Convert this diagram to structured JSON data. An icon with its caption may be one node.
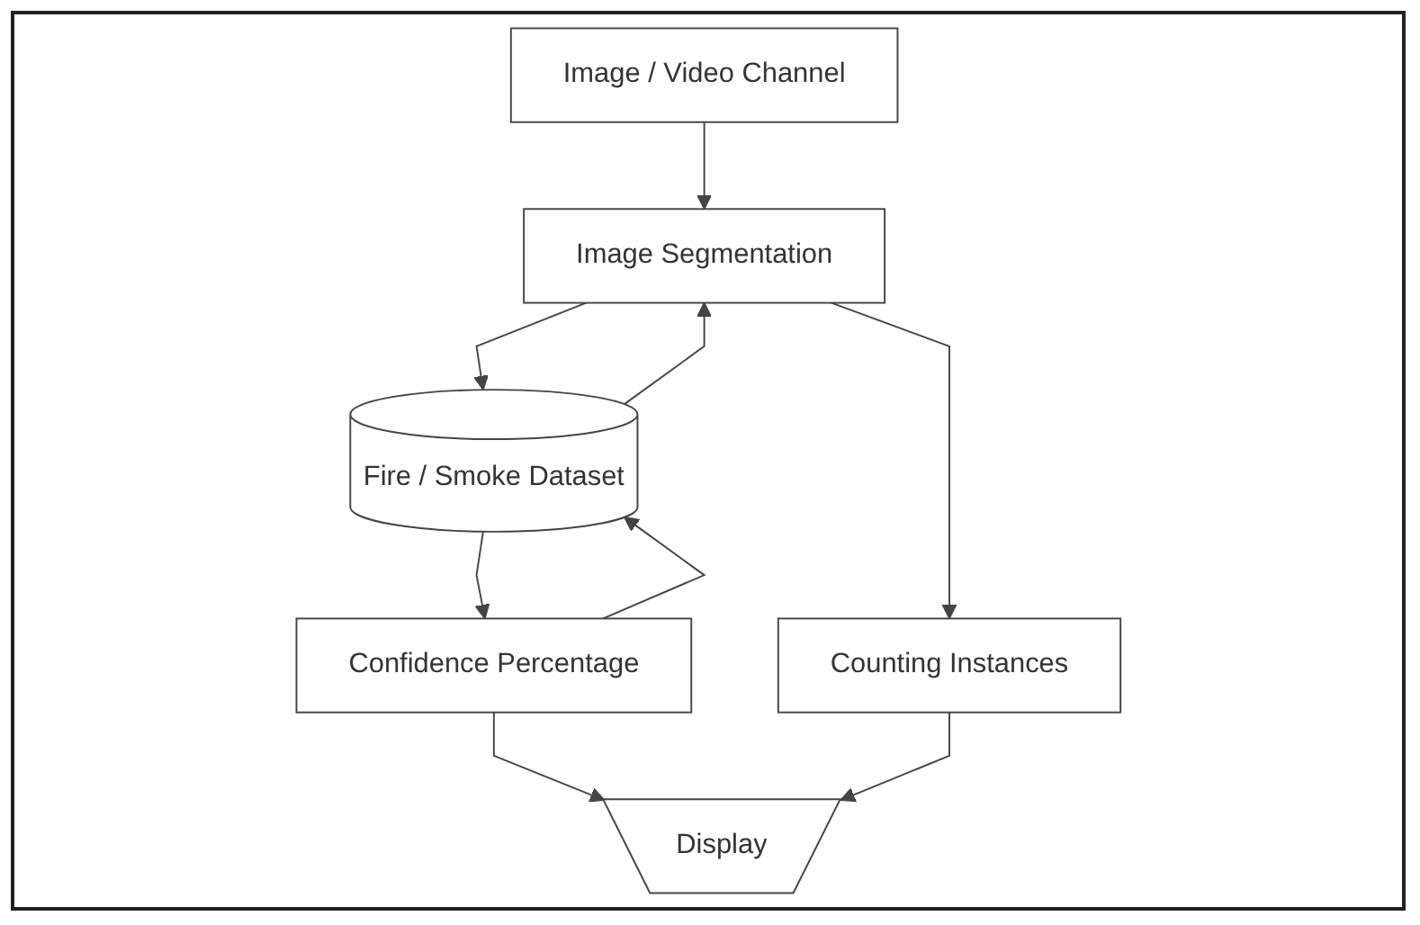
{
  "diagram": {
    "nodes": [
      {
        "text": [
          "Image / Video Channel"
        ]
      },
      {
        "text": [
          "Fire / Smoke Dataset"
        ]
      },
      {
        "text": [
          "Image Segmentation"
        ]
      },
      {
        "text": [
          "Confidence Percentage"
        ]
      },
      {
        "text": [
          "Counting Instances"
        ]
      },
      {
        "text": [
          "Display"
        ]
      }
    ],
    "edges": [
      {
        "from": 0,
        "to": 2,
        "arrow": "to"
      },
      {
        "from": 2,
        "to": 1,
        "arrow": "to"
      },
      {
        "from": 1,
        "to": 2,
        "arrow": "to"
      },
      {
        "from": 1,
        "to": 3,
        "arrow": "to"
      },
      {
        "from": 3,
        "to": 1,
        "arrow": "to"
      },
      {
        "from": 2,
        "to": 4,
        "arrow": "to"
      },
      {
        "from": 3,
        "to": 5,
        "arrow": "to"
      },
      {
        "from": 4,
        "to": 5,
        "arrow": "to"
      }
    ]
  }
}
